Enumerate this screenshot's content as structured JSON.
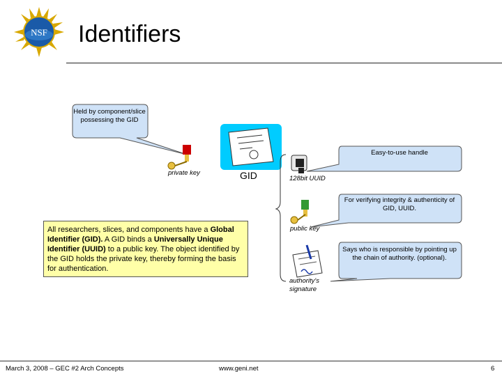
{
  "slide": {
    "title": "Identifiers",
    "logo_text": "NSF"
  },
  "callouts": {
    "held_by": "Held by component/slice possessing the GID",
    "easy_handle": "Easy-to-use handle",
    "verifying": "For verifying integrity & authenticity of GID, UUID.",
    "responsible": "Says who is responsible by pointing up the chain of authority. (optional)."
  },
  "labels": {
    "private_key": "private key",
    "gid": "GID",
    "uuid": "128bit UUID",
    "public_key": "public key",
    "authority_signature": "authority's signature"
  },
  "statement": {
    "p1": "All researchers, slices, and components have a ",
    "b1": "Global Identifier (GID).",
    "p2": "  A GID binds a ",
    "b2": "Universally Unique Identifier (UUID)",
    "p3": " to a public key. The object identified by the GID holds the private key, thereby forming the basis for authentication."
  },
  "footer": {
    "left": "March 3, 2008 – GEC #2 Arch Concepts",
    "center": "www.geni.net",
    "page": "6"
  },
  "colors": {
    "callout_fill": "#cfe2f7",
    "statement_fill": "#ffffa8",
    "certificate_fill": "#00ccff",
    "key_red": "#cc0000",
    "key_green": "#339933",
    "key_gold": "#e8c040"
  }
}
